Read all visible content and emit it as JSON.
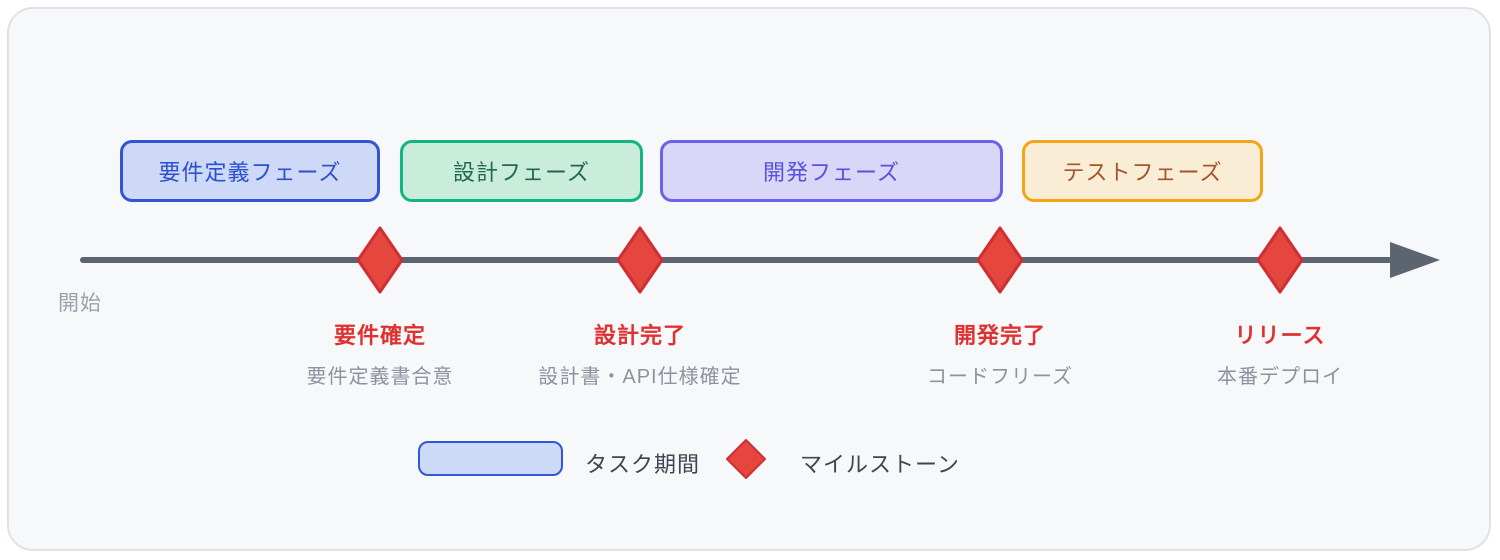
{
  "diagram": {
    "type": "project-timeline",
    "start_label": "開始",
    "phases": [
      {
        "label": "要件定義フェーズ",
        "fill": "#cdd9f6",
        "border": "#3355d3",
        "text_color": "#2d50cf"
      },
      {
        "label": "設計フェーズ",
        "fill": "#c9ecdb",
        "border": "#13b47d",
        "text_color": "#226851"
      },
      {
        "label": "開発フェーズ",
        "fill": "#d9d6f8",
        "border": "#6a62e8",
        "text_color": "#5950dc"
      },
      {
        "label": "テストフェーズ",
        "fill": "#f9edd6",
        "border": "#f4a414",
        "text_color": "#a2572a"
      }
    ],
    "milestones": [
      {
        "title": "要件確定",
        "subtitle": "要件定義書合意"
      },
      {
        "title": "設計完了",
        "subtitle": "設計書・API仕様確定"
      },
      {
        "title": "開発完了",
        "subtitle": "コードフリーズ"
      },
      {
        "title": "リリース",
        "subtitle": "本番デプロイ"
      }
    ],
    "colors": {
      "timeline": "#5c6471",
      "milestone_fill": "#e5473f",
      "milestone_stroke": "#cf2e33",
      "milestone_title": "#e03131",
      "subtitle_text": "#8d939e",
      "card_background": "#f7f8fa",
      "card_border": "#e0e1e6"
    },
    "icons": {
      "milestone": "diamond-icon",
      "timeline_end": "arrow-right-icon"
    }
  },
  "legend": {
    "task_label": "タスク期間",
    "milestone_label": "マイルストーン"
  }
}
